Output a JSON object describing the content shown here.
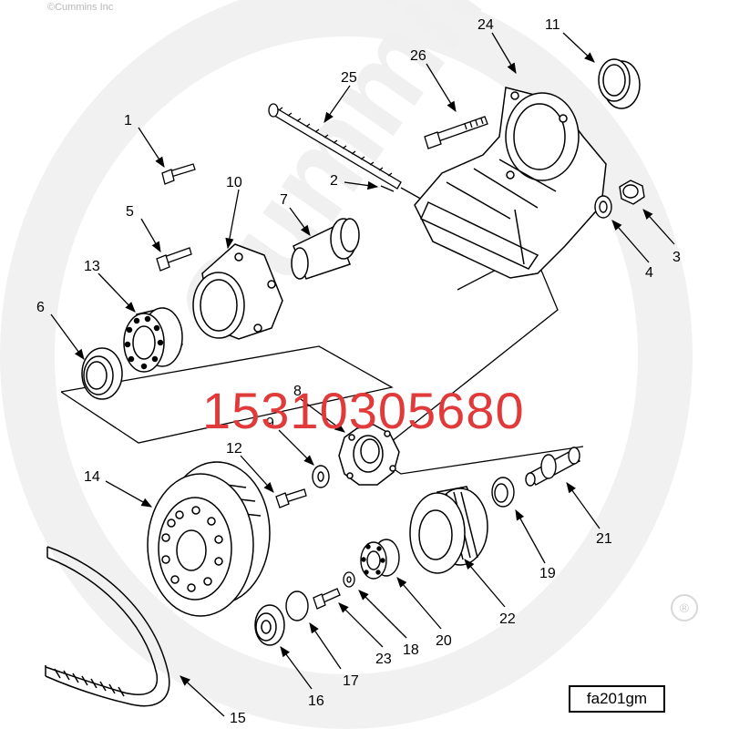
{
  "copyright": "©Cummins Inc",
  "watermark": "Cummins",
  "registered_mark": "®",
  "phone_overlay": "15310305680",
  "figure_code": "fa201gm",
  "callouts": [
    {
      "n": "1"
    },
    {
      "n": "2"
    },
    {
      "n": "3"
    },
    {
      "n": "4"
    },
    {
      "n": "5"
    },
    {
      "n": "6"
    },
    {
      "n": "7"
    },
    {
      "n": "8"
    },
    {
      "n": "9"
    },
    {
      "n": "10"
    },
    {
      "n": "11"
    },
    {
      "n": "12"
    },
    {
      "n": "13"
    },
    {
      "n": "14"
    },
    {
      "n": "15"
    },
    {
      "n": "16"
    },
    {
      "n": "17"
    },
    {
      "n": "18"
    },
    {
      "n": "19"
    },
    {
      "n": "20"
    },
    {
      "n": "21"
    },
    {
      "n": "22"
    },
    {
      "n": "23"
    },
    {
      "n": "24"
    },
    {
      "n": "25"
    },
    {
      "n": "26"
    }
  ],
  "colors": {
    "line": "#000000",
    "watermark": "#efefef",
    "overlay_text": "#e03a3a"
  }
}
